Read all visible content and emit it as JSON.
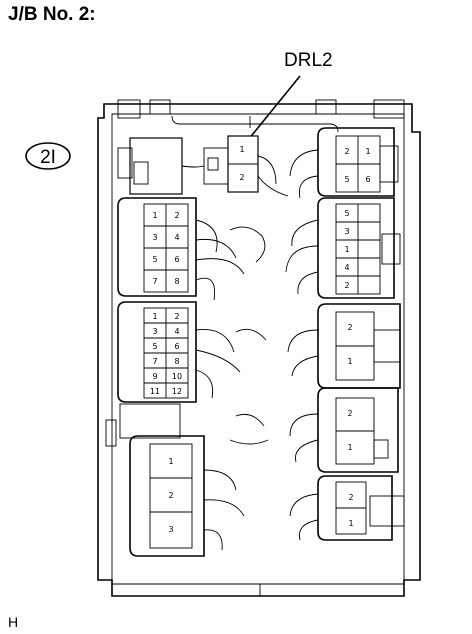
{
  "title": "J/B No. 2:",
  "connector_label": "DRL2",
  "connector_id": "2I",
  "image_code": "H",
  "pin_labels": {
    "top_right": [
      "1",
      "2",
      "6",
      "5"
    ],
    "left_upper": [
      "1",
      "2",
      "3",
      "4",
      "5",
      "6",
      "7",
      "8"
    ],
    "right_upper": [
      "5",
      "3",
      "1",
      "4",
      "2"
    ],
    "left_middle": [
      "1",
      "2",
      "3",
      "4",
      "5",
      "6",
      "7",
      "8",
      "9",
      "10",
      "11",
      "12"
    ],
    "right_middle": [
      "2",
      "1"
    ],
    "right_lower": [
      "2",
      "1"
    ],
    "bottom_left": [
      "1",
      "2",
      "3"
    ],
    "bottom_right": [
      "1",
      "2"
    ],
    "drl2_pins": [
      "1",
      "2"
    ]
  }
}
